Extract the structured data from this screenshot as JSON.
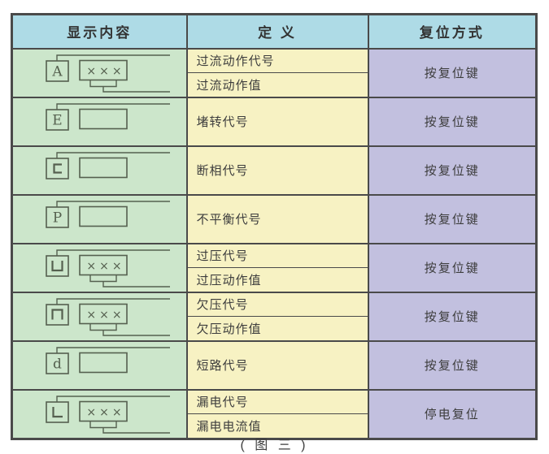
{
  "page": {
    "caption": "( 图 三 )"
  },
  "colors": {
    "page_bg": "#ffffff",
    "header_bg": "#aedbe6",
    "display_col_bg": "#cce6cb",
    "definition_col_bg": "#f7f2c3",
    "reset_col_bg": "#c2c0df",
    "border": "#4a4a4a",
    "text": "#3d3d3d",
    "icon_stroke": "#55604f"
  },
  "table": {
    "headers": [
      {
        "id": "display",
        "label": "显示内容"
      },
      {
        "id": "definition",
        "label": "定 义"
      },
      {
        "id": "reset",
        "label": "复位方式"
      }
    ],
    "rows": [
      {
        "icon": {
          "name": "overcurrent-display",
          "glyph": "A",
          "glyph_style": "serif",
          "value": "×××",
          "has_tail": true
        },
        "definitions": [
          "过流动作代号",
          "过流动作值"
        ],
        "reset": "按复位键"
      },
      {
        "icon": {
          "name": "stall-display",
          "glyph": "E",
          "glyph_style": "serif",
          "value": "",
          "has_tail": false
        },
        "definitions": [
          "堵转代号"
        ],
        "reset": "按复位键"
      },
      {
        "icon": {
          "name": "phase-loss-display",
          "glyph": "c",
          "glyph_style": "segment",
          "value": "",
          "has_tail": false
        },
        "definitions": [
          "断相代号"
        ],
        "reset": "按复位键"
      },
      {
        "icon": {
          "name": "unbalance-display",
          "glyph": "P",
          "glyph_style": "serif",
          "value": "",
          "has_tail": false
        },
        "definitions": [
          "不平衡代号"
        ],
        "reset": "按复位键"
      },
      {
        "icon": {
          "name": "overvoltage-display",
          "glyph": "u",
          "glyph_style": "segment",
          "value": "×××",
          "has_tail": true
        },
        "definitions": [
          "过压代号",
          "过压动作值"
        ],
        "reset": "按复位键"
      },
      {
        "icon": {
          "name": "undervoltage-display",
          "glyph": "n",
          "glyph_style": "segment",
          "value": "×××",
          "has_tail": true
        },
        "definitions": [
          "欠压代号",
          "欠压动作值"
        ],
        "reset": "按复位键"
      },
      {
        "icon": {
          "name": "short-circuit-display",
          "glyph": "d",
          "glyph_style": "serif",
          "value": "",
          "has_tail": false
        },
        "definitions": [
          "短路代号"
        ],
        "reset": "按复位键"
      },
      {
        "icon": {
          "name": "leakage-display",
          "glyph": "L",
          "glyph_style": "segment",
          "value": "×××",
          "has_tail": true
        },
        "definitions": [
          "漏电代号",
          "漏电电流值"
        ],
        "reset": "停电复位"
      }
    ]
  }
}
